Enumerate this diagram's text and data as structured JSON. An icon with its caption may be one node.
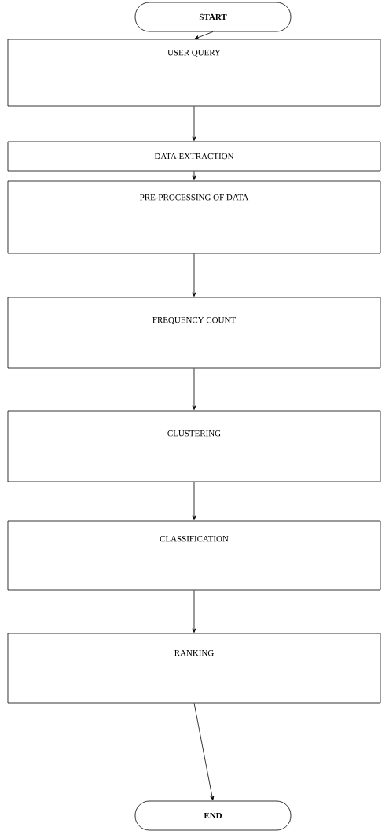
{
  "diagram": {
    "nodes": [
      {
        "text": [
          "START"
        ]
      },
      {
        "text": [
          "USER QUERY"
        ]
      },
      {
        "text": [
          "DATA EXTRACTION"
        ]
      },
      {
        "text": [
          "PRE-PROCESSING OF DATA"
        ]
      },
      {
        "text": [
          "FREQUENCY COUNT"
        ]
      },
      {
        "text": [
          "CLUSTERING"
        ]
      },
      {
        "text": [
          "CLASSIFICATION"
        ]
      },
      {
        "text": [
          "RANKING"
        ]
      },
      {
        "text": [
          "END"
        ]
      }
    ],
    "edges": [
      {
        "from": 0,
        "to": 1,
        "arrow": "to"
      },
      {
        "from": 1,
        "to": 2,
        "arrow": "to"
      },
      {
        "from": 2,
        "to": 3,
        "arrow": "to"
      },
      {
        "from": 3,
        "to": 4,
        "arrow": "to"
      },
      {
        "from": 4,
        "to": 5,
        "arrow": "to"
      },
      {
        "from": 5,
        "to": 6,
        "arrow": "to"
      },
      {
        "from": 6,
        "to": 7,
        "arrow": "to"
      },
      {
        "from": 7,
        "to": 8,
        "arrow": "to"
      }
    ]
  }
}
